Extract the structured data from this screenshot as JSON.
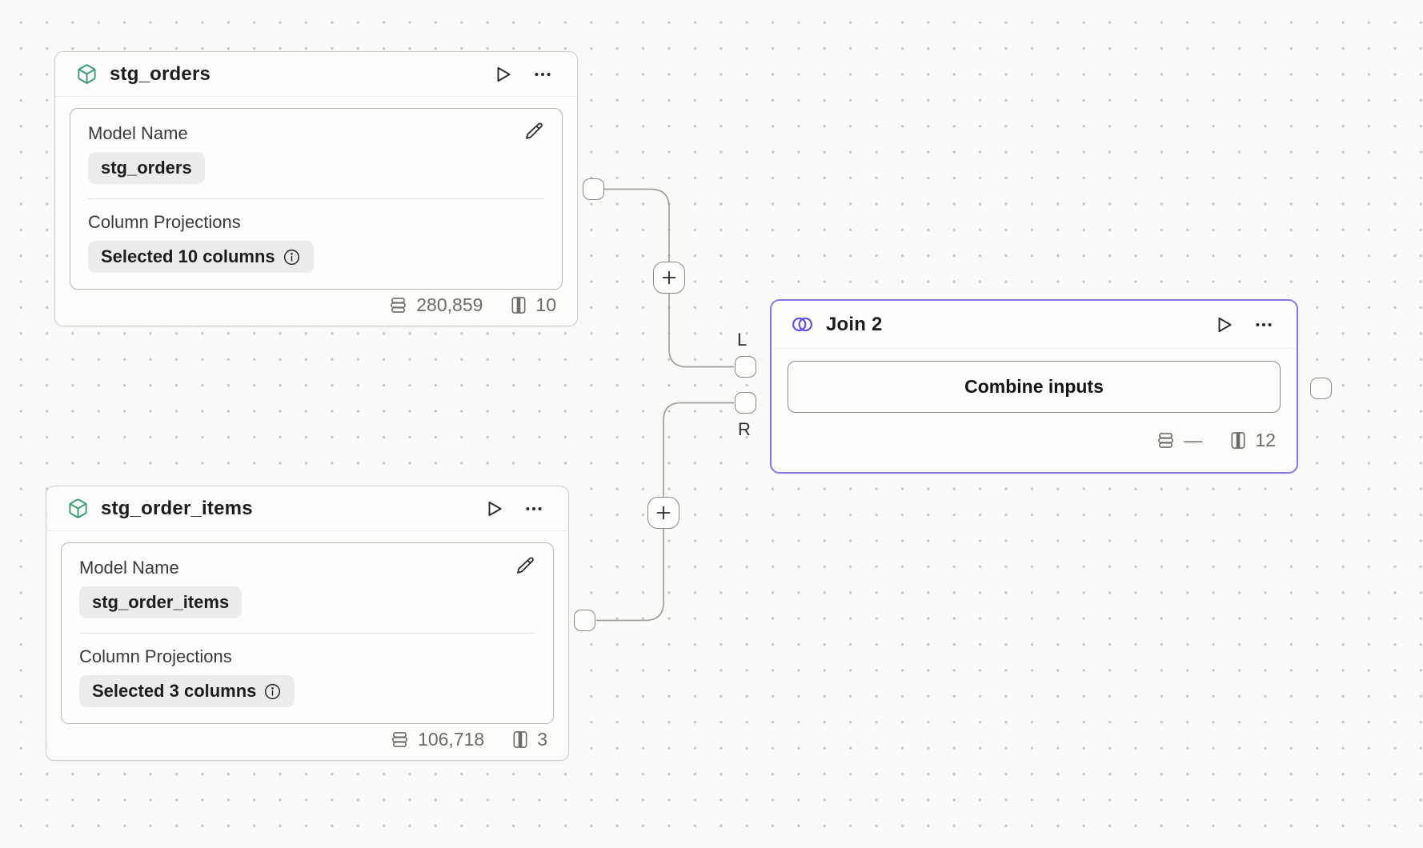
{
  "canvas": {
    "background_color": "#fafaf9",
    "dot_color": "#c9c7c4",
    "accent_indigo": "#8575f4",
    "accent_green": "#35a06f"
  },
  "nodes": {
    "stg_orders": {
      "title": "stg_orders",
      "icon": "box-icon",
      "model_name_label": "Model Name",
      "model_name_value": "stg_orders",
      "column_projections_label": "Column Projections",
      "column_projections_value": "Selected 10 columns",
      "row_count": "280,859",
      "column_count": "10"
    },
    "stg_order_items": {
      "title": "stg_order_items",
      "icon": "box-icon",
      "model_name_label": "Model Name",
      "model_name_value": "stg_order_items",
      "column_projections_label": "Column Projections",
      "column_projections_value": "Selected 3 columns",
      "row_count": "106,718",
      "column_count": "3"
    },
    "join": {
      "title": "Join 2",
      "icon": "join-venn-icon",
      "combine_button_label": "Combine inputs",
      "row_count": "—",
      "column_count": "12",
      "left_port_label": "L",
      "right_port_label": "R"
    }
  }
}
